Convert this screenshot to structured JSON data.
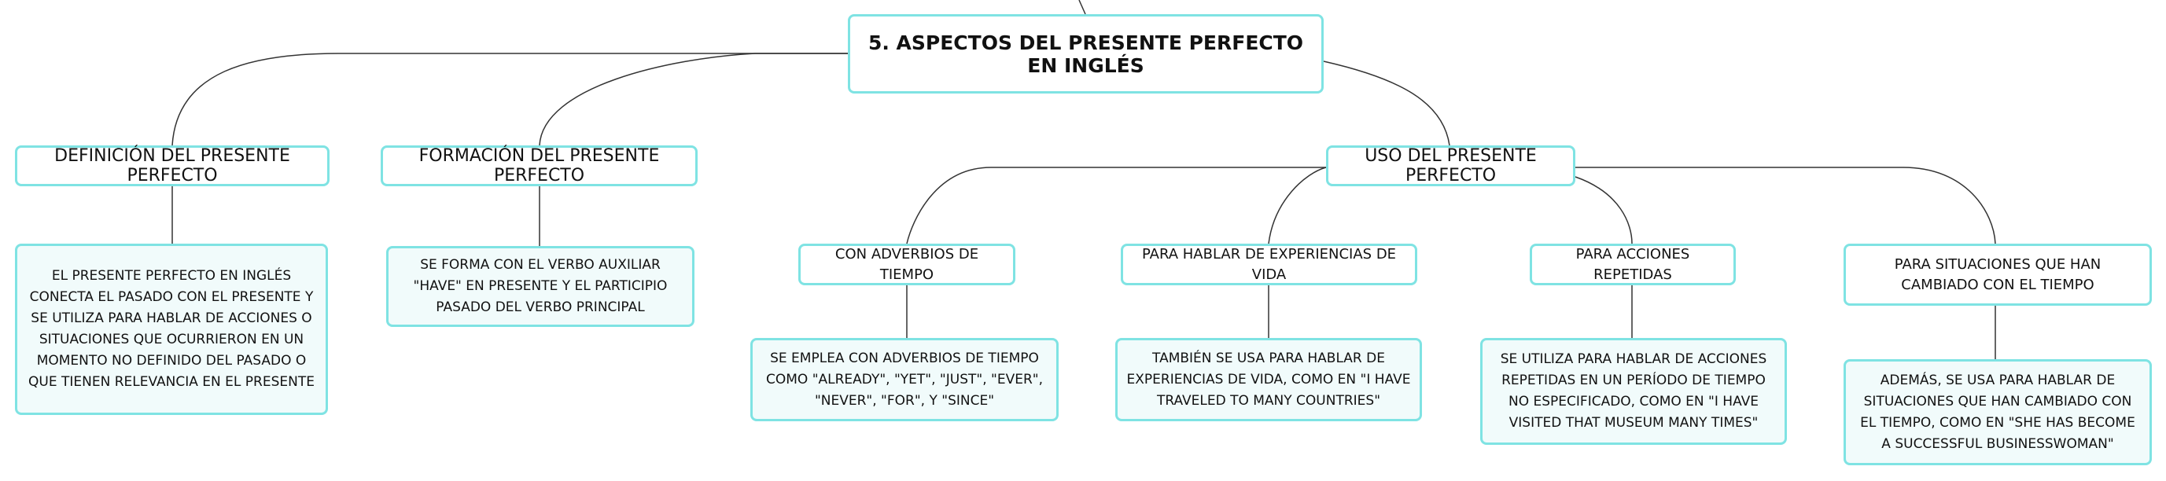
{
  "root": {
    "label": "5. ASPECTOS DEL PRESENTE PERFECTO EN INGLÉS"
  },
  "definicion": {
    "label": "DEFINICIÓN DEL PRESENTE PERFECTO",
    "detail": "EL PRESENTE PERFECTO EN INGLÉS CONECTA EL PASADO CON EL PRESENTE Y SE UTILIZA PARA HABLAR DE ACCIONES O SITUACIONES QUE OCURRIERON EN UN MOMENTO NO DEFINIDO DEL PASADO O QUE TIENEN RELEVANCIA EN EL PRESENTE"
  },
  "formacion": {
    "label": "FORMACIÓN DEL PRESENTE PERFECTO",
    "detail": "SE FORMA CON EL VERBO AUXILIAR \"HAVE\" EN PRESENTE Y EL PARTICIPIO PASADO DEL VERBO PRINCIPAL"
  },
  "uso": {
    "label": "USO DEL PRESENTE PERFECTO",
    "adverbios": {
      "label": "CON ADVERBIOS DE TIEMPO",
      "detail": "SE EMPLEA CON ADVERBIOS DE TIEMPO COMO \"ALREADY\", \"YET\", \"JUST\", \"EVER\", \"NEVER\", \"FOR\", Y \"SINCE\""
    },
    "experiencias": {
      "label": "PARA HABLAR DE EXPERIENCIAS DE VIDA",
      "detail": "TAMBIÉN SE USA PARA HABLAR DE EXPERIENCIAS DE VIDA, COMO EN \"I HAVE TRAVELED TO MANY COUNTRIES\""
    },
    "repetidas": {
      "label": "PARA ACCIONES REPETIDAS",
      "detail": "SE UTILIZA PARA HABLAR DE ACCIONES REPETIDAS EN UN PERÍODO DE TIEMPO NO ESPECIFICADO, COMO EN \"I HAVE VISITED THAT MUSEUM MANY TIMES\""
    },
    "cambios": {
      "label": "PARA SITUACIONES QUE HAN CAMBIADO CON EL TIEMPO",
      "detail": "ADEMÁS, SE USA PARA HABLAR DE SITUACIONES QUE HAN CAMBIADO CON EL TIEMPO, COMO EN \"SHE HAS BECOME A SUCCESSFUL BUSINESSWOMAN\""
    }
  },
  "colors": {
    "border": "#7fe3e3",
    "line": "#333333",
    "leaf_fill": "#f1fbfb"
  }
}
